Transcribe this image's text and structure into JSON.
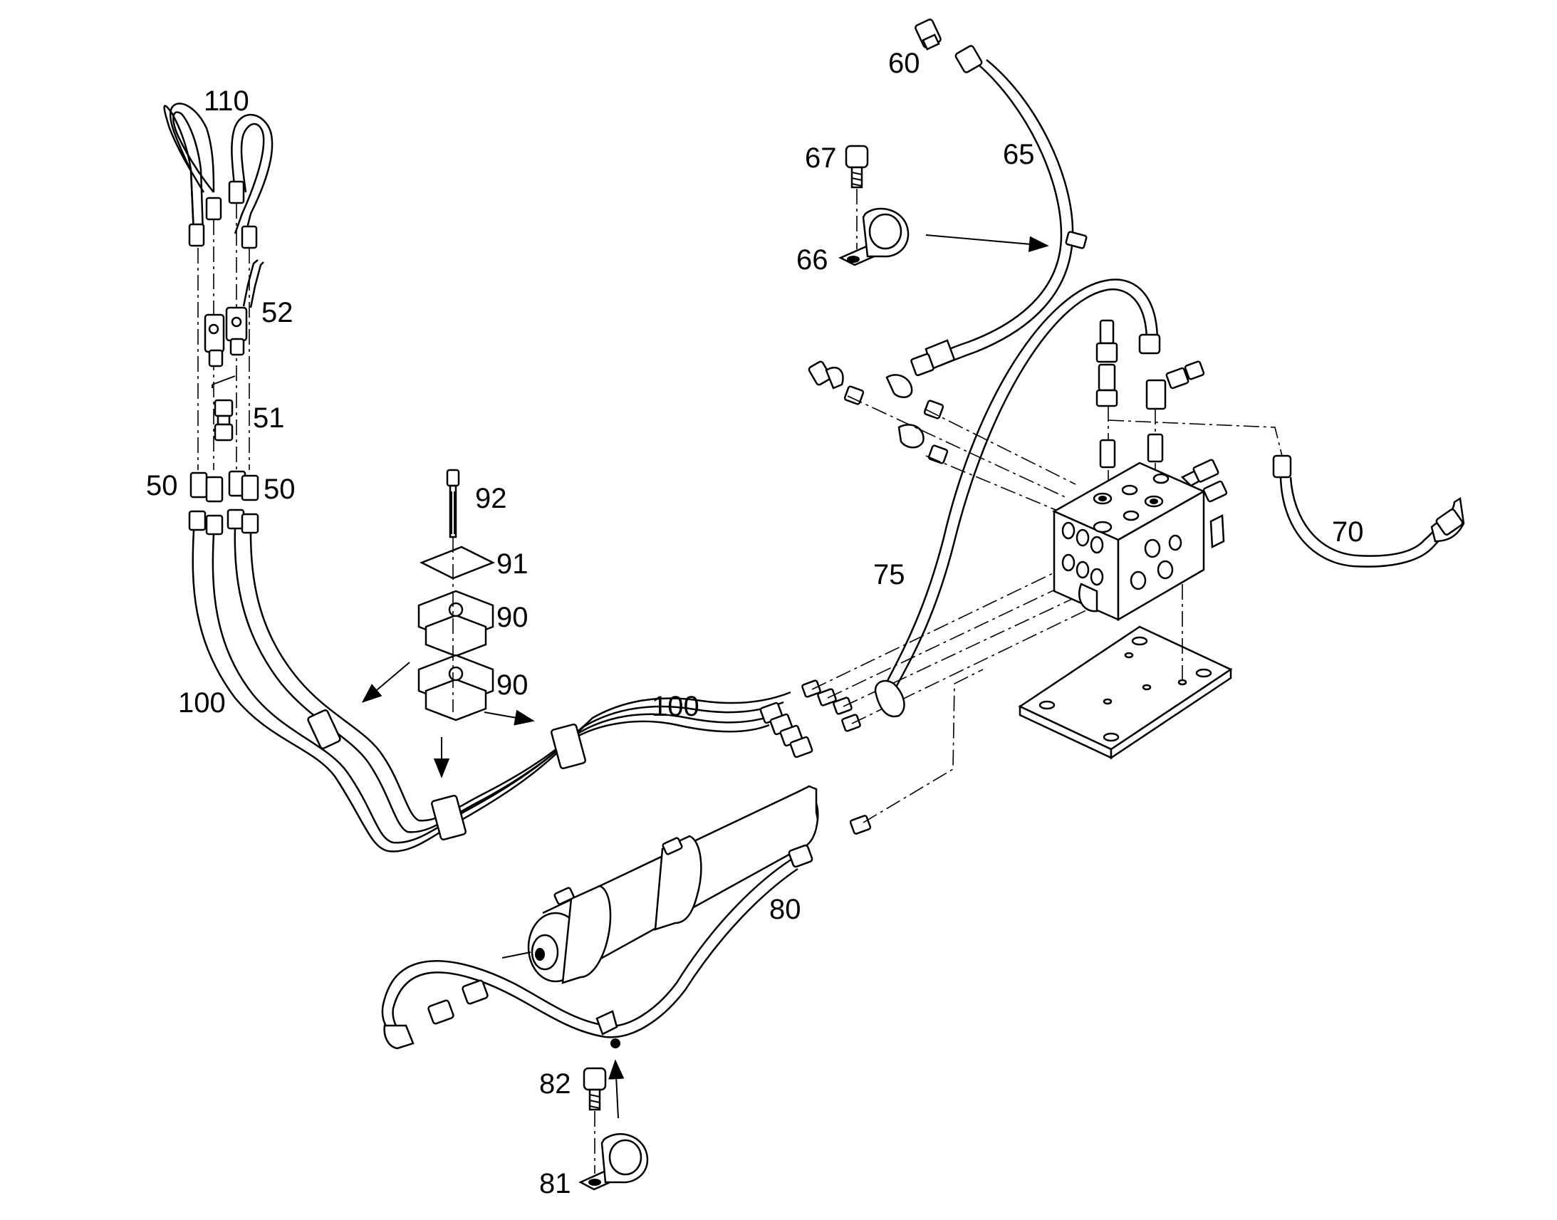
{
  "callouts": {
    "c110": "110",
    "c52": "52",
    "c51": "51",
    "c50a": "50",
    "c50b": "50",
    "c92": "92",
    "c91": "91",
    "c90a": "90",
    "c90b": "90",
    "c100a": "100",
    "c100b": "100",
    "c60": "60",
    "c65": "65",
    "c67": "67",
    "c66": "66",
    "c75": "75",
    "c70": "70",
    "c80": "80",
    "c82": "82",
    "c81": "81"
  }
}
